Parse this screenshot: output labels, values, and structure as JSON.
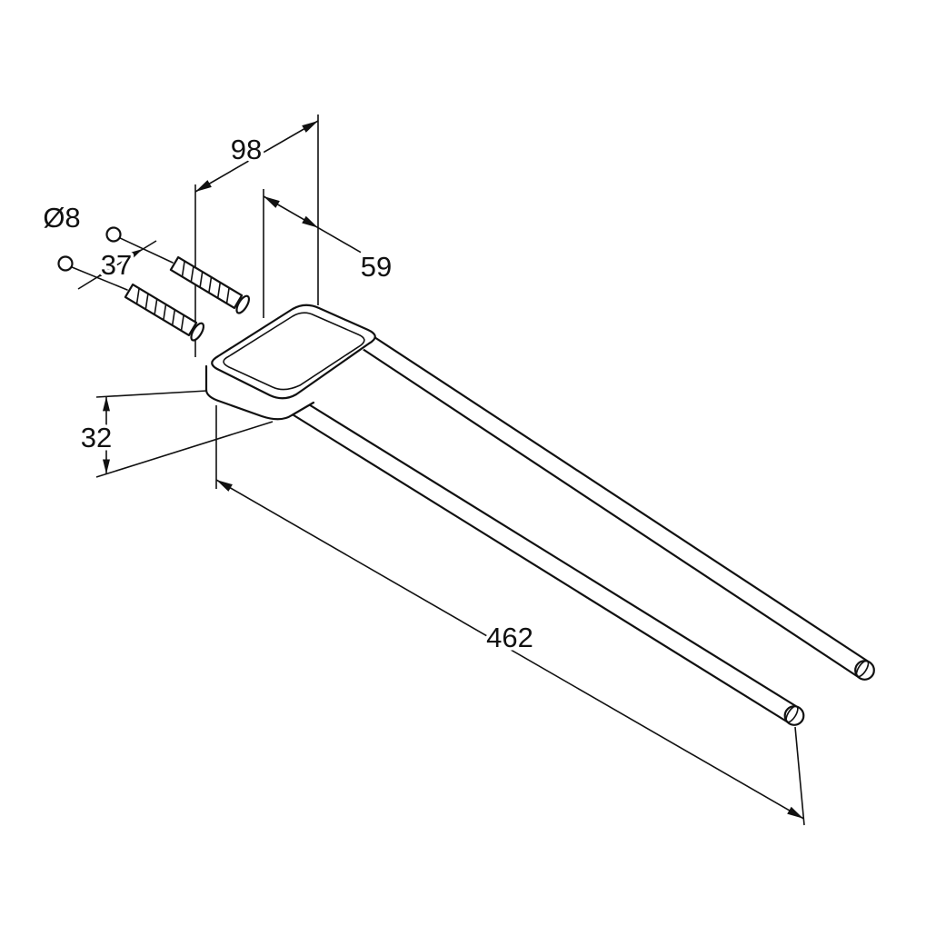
{
  "drawing": {
    "background_color": "#ffffff",
    "line_color": "#111111",
    "dimensions": {
      "screw_diameter": "Ø8",
      "hole_spacing": "37",
      "depth_overall": "98",
      "depth_plate": "59",
      "holder_height": "32",
      "arm_length": "462"
    }
  }
}
